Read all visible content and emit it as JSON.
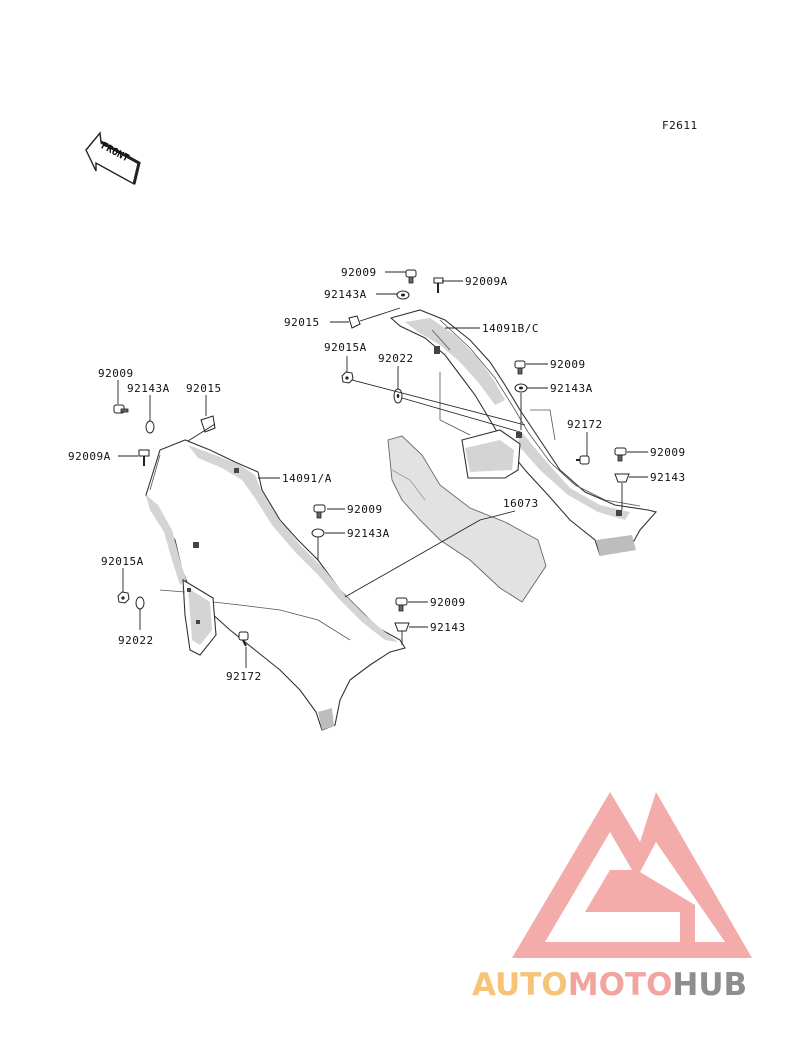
{
  "figure_code": "F2611",
  "front_label": "FRONT",
  "parts": {
    "p92009_top": "92009",
    "p92009A_top": "92009A",
    "p92143A_top": "92143A",
    "p92015_top": "92015",
    "p14091BC": "14091B/C",
    "p92015A_top": "92015A",
    "p92022_top": "92022",
    "p92009_r1": "92009",
    "p92143A_r1": "92143A",
    "p92172_r": "92172",
    "p92009_r2": "92009",
    "p92143_r": "92143",
    "p16073": "16073",
    "p92009_left": "92009",
    "p92143A_left": "92143A",
    "p92015_left": "92015",
    "p92009A_left": "92009A",
    "p14091A": "14091/A",
    "p92009_mid": "92009",
    "p92143A_mid": "92143A",
    "p92015A_left": "92015A",
    "p92022_left": "92022",
    "p92172_left": "92172",
    "p92009_low": "92009",
    "p92143_low": "92143"
  },
  "watermark": {
    "brand_part1": "AUTO",
    "brand_part2": "MOTO",
    "brand_part3": "HUB",
    "color_light": "#f5c478",
    "color_pink": "#f2a4a0",
    "color_gray": "#8e8e8e"
  }
}
